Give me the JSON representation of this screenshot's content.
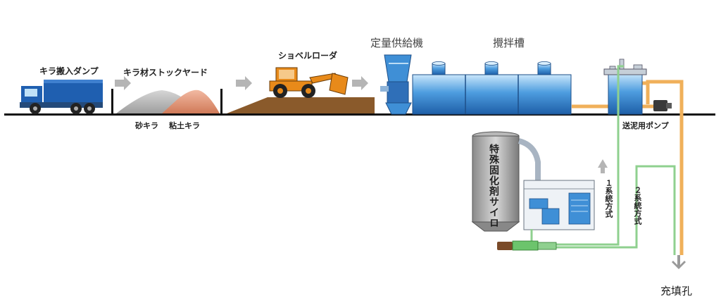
{
  "labels": {
    "dump_truck": "キラ搬入ダンプ",
    "stock_yard": "キラ材ストックヤード",
    "sand": "砂キラ",
    "clay": "粘土キラ",
    "shovel_loader": "ショベルローダ",
    "feeder": "定量供給機",
    "mixing_tank": "攪拌槽",
    "pump": "送泥用ポンプ",
    "silo": "特殊固化剤サイロ",
    "system1": "１系統方式",
    "system2": "２系統方式",
    "fill_hole": "充填孔"
  },
  "colors": {
    "truck_blue": "#1f5fb0",
    "tank_blue": "#3f8fd6",
    "loader_orange": "#e88a1a",
    "soil_brown": "#8a5a2b",
    "pipe_orange": "#f0b05a",
    "pipe_green": "#8fd08f",
    "arrow_gray": "#b5b5b5"
  }
}
